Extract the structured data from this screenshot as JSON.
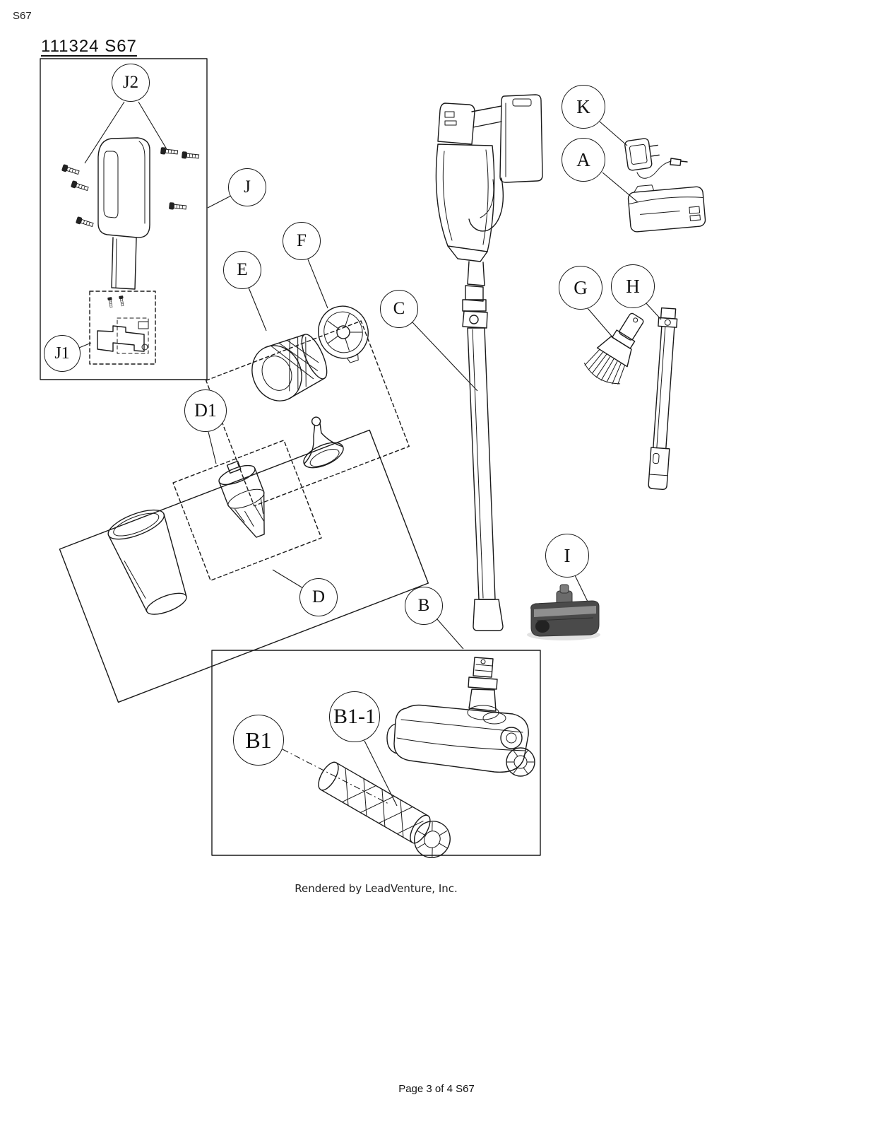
{
  "page": {
    "corner_code": "S67",
    "title": "111324 S67",
    "footer_credit": "Rendered by LeadVenture, Inc.",
    "footer_page": "Page 3 of 4 S67"
  },
  "colors": {
    "ink": "#1a1a1a",
    "background": "#ffffff"
  },
  "callouts": {
    "J2": "J2",
    "J": "J",
    "J1": "J1",
    "E": "E",
    "F": "F",
    "C": "C",
    "K": "K",
    "A": "A",
    "G": "G",
    "H": "H",
    "D1": "D1",
    "D": "D",
    "B": "B",
    "I": "I",
    "B1": "B1",
    "B1-1": "B1-1"
  }
}
